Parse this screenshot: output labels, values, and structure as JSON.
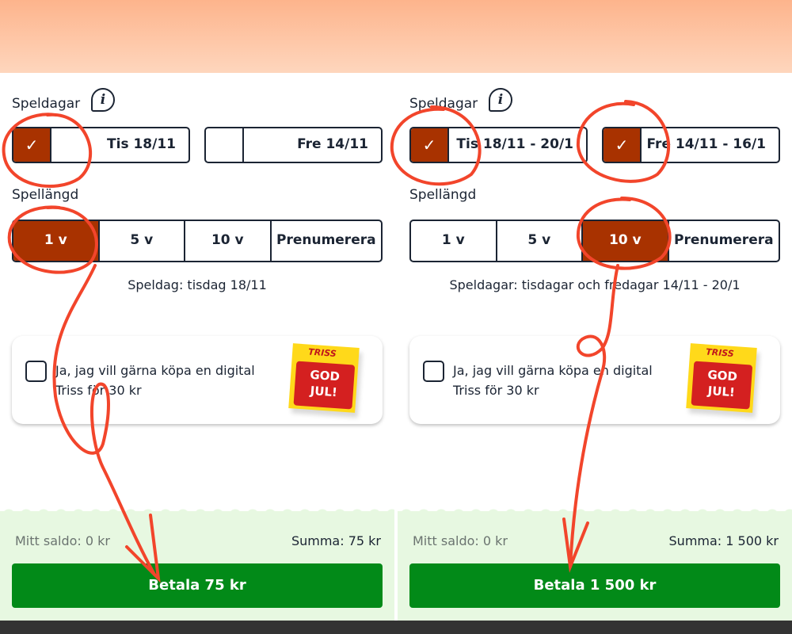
{
  "colors": {
    "selected": "#a83200",
    "pay": "#028a18",
    "annotation": "#f2452b",
    "footer": "#e7f8e1"
  },
  "panels": [
    {
      "speldagar_label": "Speldagar",
      "info_icon": "info-icon",
      "days": [
        {
          "label": "Tis 18/11",
          "checked": true
        },
        {
          "label": "Fre 14/11",
          "checked": false
        }
      ],
      "spellangd_label": "Spellängd",
      "durations": [
        {
          "label": "1 v",
          "selected": true
        },
        {
          "label": "5 v",
          "selected": false
        },
        {
          "label": "10 v",
          "selected": false
        },
        {
          "label": "Prenumerera",
          "selected": false
        }
      ],
      "description": "Speldag: tisdag 18/11",
      "triss_offer": {
        "text": "Ja, jag vill gärna köpa en digital Triss för 30 kr",
        "checked": false,
        "ticket_brand": "TRISS",
        "ticket_text": "GOD JUL!"
      },
      "saldo": "Mitt saldo: 0 kr",
      "summa": "Summa: 75 kr",
      "pay_label": "Betala 75 kr"
    },
    {
      "speldagar_label": "Speldagar",
      "info_icon": "info-icon",
      "days": [
        {
          "label": "Tis 18/11 - 20/1",
          "checked": true
        },
        {
          "label": "Fre 14/11 - 16/1",
          "checked": true
        }
      ],
      "spellangd_label": "Spellängd",
      "durations": [
        {
          "label": "1 v",
          "selected": false
        },
        {
          "label": "5 v",
          "selected": false
        },
        {
          "label": "10 v",
          "selected": true
        },
        {
          "label": "Prenumerera",
          "selected": false
        }
      ],
      "description": "Speldagar: tisdagar och fredagar 14/11 - 20/1",
      "triss_offer": {
        "text": "Ja, jag vill gärna köpa en digital Triss för 30 kr",
        "checked": false,
        "ticket_brand": "TRISS",
        "ticket_text": "GOD JUL!"
      },
      "saldo": "Mitt saldo: 0 kr",
      "summa": "Summa: 1 500 kr",
      "pay_label": "Betala 1 500 kr"
    }
  ]
}
